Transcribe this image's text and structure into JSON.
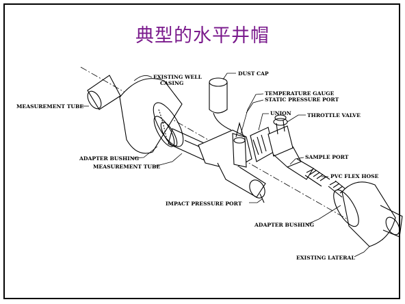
{
  "title": "典型的水平井帽",
  "labels": {
    "existing_well_casing_1": "EXISTING WELL",
    "existing_well_casing_2": "CASING",
    "dust_cap": "DUST CAP",
    "measurement_tube_top": "MEASUREMENT TUBE",
    "temperature_gauge": "TEMPERATURE GAUGE",
    "static_pressure_port": "STATIC PRESSURE PORT",
    "union": "UNION",
    "throttle_valve": "THROTTLE VALVE",
    "adapter_bushing_left": "ADAPTER BUSHING",
    "measurement_tube_mid": "MEASUREMENT TUBE",
    "sample_port": "SAMPLE PORT",
    "pvc_flex_hose": "PVC FLEX HOSE",
    "impact_pressure_port": "IMPACT PRESSURE PORT",
    "adapter_bushing_right": "ADAPTER BUSHING",
    "existing_lateral": "EXISTING LATERAL"
  }
}
